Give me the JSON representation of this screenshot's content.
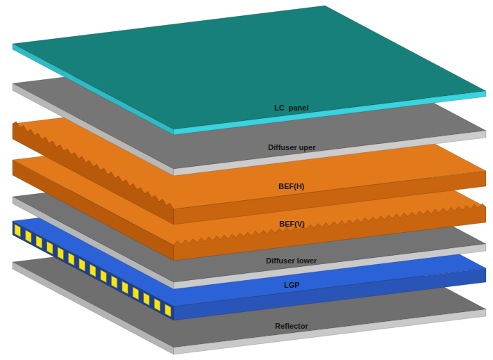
{
  "diagram": {
    "labels": [
      "LC  panel",
      "Diffuser uper",
      "BEF(H)",
      "BEF(V)",
      "Diffuser lower",
      "LGP",
      "Reflector"
    ]
  }
}
